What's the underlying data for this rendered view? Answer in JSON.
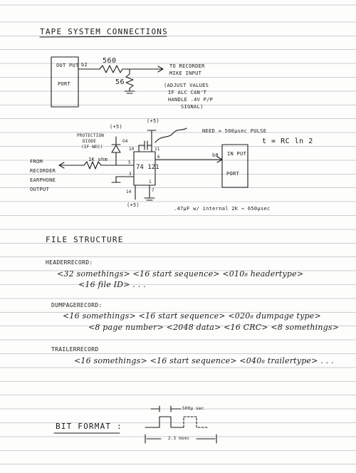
{
  "title": "TAPE SYSTEM CONNECTIONS",
  "circuit1": {
    "output_port_out": "OUT PUT",
    "output_port_port": "PORT",
    "bit_label": "b2",
    "r1": "560",
    "r2": "56",
    "to_recorder_1": "TO RECORDER",
    "to_recorder_2": "MIKE INPUT",
    "adjust_1": "(ADJUST VALUES",
    "adjust_2": "IF ALC CAN'T",
    "adjust_3": "HANDLE .4V P/P",
    "adjust_4": "SIGNAL)"
  },
  "circuit2": {
    "plus5_a": "(+5)",
    "plus5_b": "(+5)",
    "plus5_c": "(+5)",
    "protection_1": "PROTECTION",
    "protection_2": "DIODE",
    "protection_3": "(IF NEC)",
    "diode": "G4",
    "need_pulse": "NEED ≈ 500μsec PULSE",
    "formula": "t = RC ln 2",
    "resistor": "1K ohm",
    "from_1": "FROM",
    "from_2": "RECORDER",
    "from_3": "EARPHONE",
    "from_4": "OUTPUT",
    "chip": "74 121",
    "pin10": "10",
    "pin11": "11",
    "pin5": "5",
    "pin3": "3",
    "pin14": "14",
    "pin7": "7",
    "pin6": "6",
    "pin1": "1",
    "input_bit": "b8",
    "input_port_in": "IN PUT",
    "input_port_port": "PORT",
    "cap_note": ".47μF w/ internal 2K ⇒ 650μsec"
  },
  "file_structure": {
    "heading": "FILE STRUCTURE",
    "header_label": "HEADERRECORD:",
    "header_line1": "<32 somethings> <16 start sequence> <010₈ headertype>",
    "header_line2": "<16 file ID> . . .",
    "dump_label": "DUMPAGERECORD:",
    "dump_line1": "<16 somethings> <16 start sequence> <020₈ dumpage type>",
    "dump_line2": "<8 page number> <2048 data> <16 CRC> <8 somethings>",
    "trailer_label": "TRAILERRECORD",
    "trailer_line1": "<16 somethings> <16 start sequence> <040₈ trailertype> . . ."
  },
  "bit_format": {
    "label": "BIT FORMAT :",
    "pulse": "500μ sec",
    "period": "2.5 msec"
  }
}
